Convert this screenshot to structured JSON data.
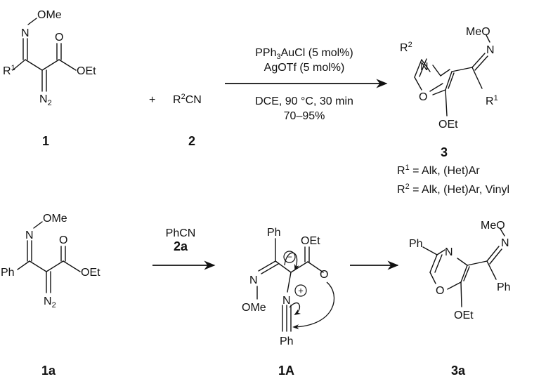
{
  "top_reaction": {
    "reactant_label": "1",
    "nitrile_label": "2",
    "product_label": "3",
    "plus": "+",
    "nitrile": {
      "r": "R",
      "sup": "2",
      "tail": "CN"
    },
    "reactant_atoms": {
      "ome": "OMe",
      "n": "N",
      "o_carbonyl": "O",
      "oet": "OEt",
      "r": "R",
      "r_sup": "1",
      "n2": "N",
      "n2_sub": "2"
    },
    "product_atoms": {
      "r": "R",
      "r_sup": "2",
      "ring_n": "N",
      "ring_o": "O",
      "oet": "OEt",
      "meo": "MeO",
      "oxime_n": "N",
      "r1": "R",
      "r1_sup": "1"
    },
    "conditions": {
      "catalyst_pre": "PPh",
      "catalyst_sub": "3",
      "catalyst_post": "AuCl (5 mol%)",
      "additive": "AgOTf (5 mol%)",
      "solvent": "DCE, 90 °C, 30 min",
      "yield": "70–95%"
    },
    "scope": {
      "r1": {
        "r": "R",
        "sup": "1",
        "text": " = Alk, (Het)Ar"
      },
      "r2": {
        "r": "R",
        "sup": "2",
        "text": " = Alk, (Het)Ar, Vinyl"
      }
    }
  },
  "bottom_reaction": {
    "reactant_label": "1a",
    "intermediate_label": "1A",
    "product_label": "3a",
    "reagent": "PhCN",
    "reagent_label": "2a",
    "reactant_atoms": {
      "ome": "OMe",
      "n": "N",
      "o_carbonyl": "O",
      "oet": "OEt",
      "ph": "Ph",
      "n2": "N",
      "n2_sub": "2"
    },
    "intermediate_atoms": {
      "ph_top": "Ph",
      "oet": "OEt",
      "n_oxime": "N",
      "ome": "OMe",
      "o_carbonyl": "O",
      "n_nitrilium": "N",
      "ph_bottom": "Ph",
      "minus": "−",
      "plus": "+"
    },
    "product_atoms": {
      "ph": "Ph",
      "ring_n": "N",
      "ring_o": "O",
      "oet": "OEt",
      "meo": "MeO",
      "oxime_n": "N",
      "ph2": "Ph"
    }
  }
}
